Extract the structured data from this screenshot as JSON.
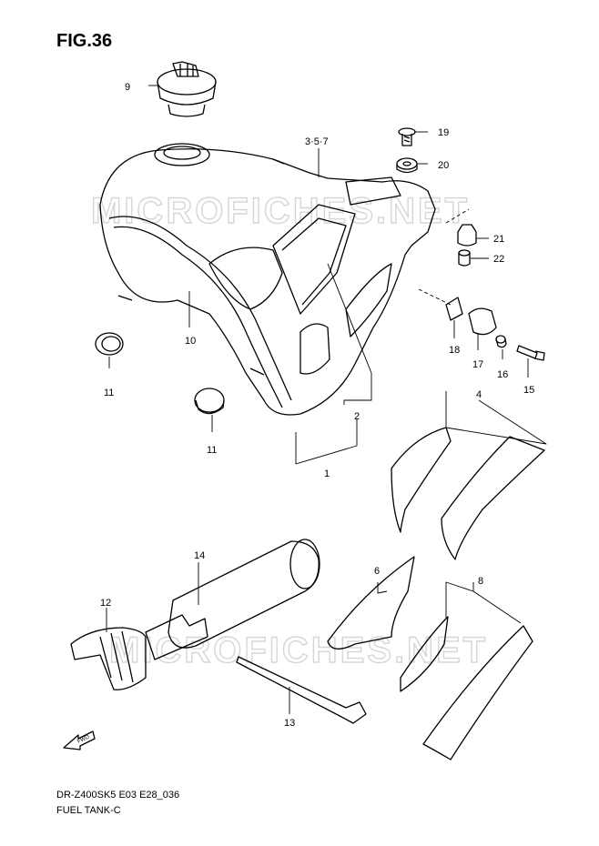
{
  "figure": {
    "title": "FIG.36",
    "model_code": "DR-Z400SK5 E03 E28_036",
    "section_name": "FUEL TANK-C",
    "watermark": "MICROFICHES.NET",
    "fwd_label": "FWD"
  },
  "callouts": [
    {
      "id": "c1",
      "text": "1"
    },
    {
      "id": "c2",
      "text": "2"
    },
    {
      "id": "c357",
      "text": "3·5·7"
    },
    {
      "id": "c4",
      "text": "4"
    },
    {
      "id": "c6",
      "text": "6"
    },
    {
      "id": "c8",
      "text": "8"
    },
    {
      "id": "c9",
      "text": "9"
    },
    {
      "id": "c10",
      "text": "10"
    },
    {
      "id": "c11a",
      "text": "11"
    },
    {
      "id": "c11b",
      "text": "11"
    },
    {
      "id": "c12",
      "text": "12"
    },
    {
      "id": "c13",
      "text": "13"
    },
    {
      "id": "c14",
      "text": "14"
    },
    {
      "id": "c15",
      "text": "15"
    },
    {
      "id": "c16",
      "text": "16"
    },
    {
      "id": "c17",
      "text": "17"
    },
    {
      "id": "c18",
      "text": "18"
    },
    {
      "id": "c19",
      "text": "19"
    },
    {
      "id": "c20",
      "text": "20"
    },
    {
      "id": "c21",
      "text": "21"
    },
    {
      "id": "c22",
      "text": "22"
    }
  ],
  "colors": {
    "line": "#000000",
    "background": "#ffffff",
    "watermark": "#d6d6d6"
  }
}
